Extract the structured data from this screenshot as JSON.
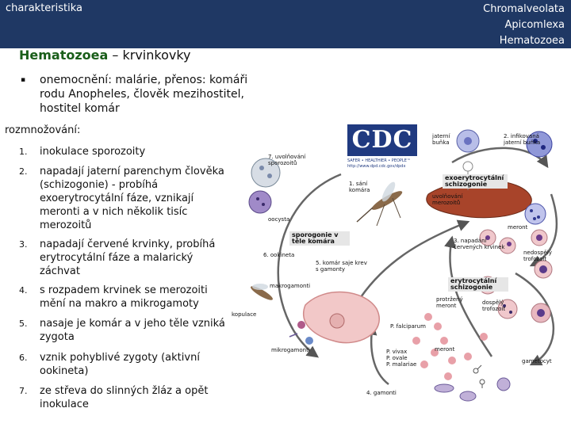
{
  "header": {
    "left": "charakteristika",
    "right": [
      "Chromalveolata",
      "Apicomlexa",
      "Hematozoea"
    ]
  },
  "title": {
    "highlight": "Hematozoea",
    "rest": " – krvinkovky"
  },
  "bullet": {
    "marker": "▪",
    "text": "onemocnění: malárie, přenos: komáři rodu Anopheles, člověk mezihostitel, hostitel komár"
  },
  "subheading": "rozmnožování:",
  "items": [
    {
      "num": "1.",
      "text": "inokulace sporozoity"
    },
    {
      "num": "2.",
      "text": "napadají jaterní parenchym člověka (schizogonie) - probíhá exoerytrocytální fáze, vznikají meronti a v nich několik tisíc merozoitů"
    },
    {
      "num": "3.",
      "text": "napadají červené krvinky, probíhá erytrocytální fáze a malarický záchvat"
    },
    {
      "num": "4.",
      "text": "s rozpadem krvinek se merozoiti mění na makro a mikrogamoty"
    },
    {
      "num": "5.",
      "text": "nasaje je komár a v jeho těle vzniká zygota"
    },
    {
      "num": "6.",
      "text": "vznik pohyblivé zygoty (aktivní ookineta)"
    },
    {
      "num": "7.",
      "text": "ze střeva do slinných žláz a opět inokulace"
    }
  ],
  "diagram": {
    "logo": "CDC",
    "logo_sub": "SAFER • HEALTHIER • PEOPLE™",
    "logo_url": "http://www.dpd.cdc.gov/dpdx",
    "labels": {
      "jaterni_bunka": "jaterní buňka",
      "infikovana": "2. infikovaná jaterní buňka",
      "uvolnovani_sporozoitu": "7. uvolňování sporozoitů",
      "exoerytro": "exoerytrocytální schizogonie",
      "sani_komara": "1. sání komára",
      "uvolnovani_merozoitu": "uvolňování merozoitů",
      "oocysta": "oocysta",
      "meront1": "meront",
      "sporogonie": "sporogonie v těle komára",
      "napadani": "3. napadání červených krvinek",
      "ookineta": "6. ookineta",
      "komar_saje": "5. komár saje krev s gamonty",
      "nedospely": "nedospělý trofozoit",
      "makrogamonti": "makrogamonti",
      "erytro": "erytrocytální schizogonie",
      "protrzeny": "protržený meront",
      "dospely": "dospělý trofozoit",
      "kopulace": "kopulace",
      "mikrogamonti": "mikrogamonti",
      "meront2": "meront",
      "gametocyt": "gametocyt",
      "gamonti": "4. gamonti",
      "p_falciparum": "P. falciparum",
      "p_species": "P. vivax\nP. ovale\nP. malariae"
    }
  },
  "colors": {
    "header_bg": "#1f3864",
    "title_green": "#1a5e1a",
    "cdc_blue": "#203a80"
  }
}
